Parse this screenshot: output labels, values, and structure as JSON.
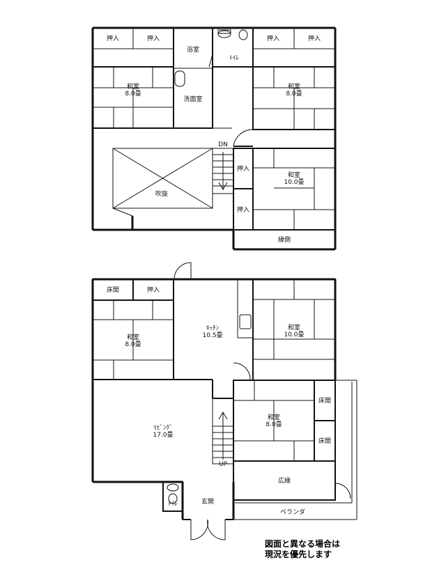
{
  "upper_floor": {
    "rooms": {
      "oshiire_1": "押入",
      "oshiire_2": "押入",
      "bath": "浴室",
      "toilet": "ﾄｲﾚ",
      "oshiire_3": "押入",
      "oshiire_4": "押入",
      "washitsu_left": "和室",
      "washitsu_left_size": "8.0畳",
      "senmen": "洗面室",
      "washitsu_right": "和室",
      "washitsu_right_size": "8.0畳",
      "fukinuke": "吹抜",
      "stair_dn": "DN",
      "oshiire_5": "押入",
      "oshiire_6": "押入",
      "washitsu_10": "和室",
      "washitsu_10_size": "10.0畳",
      "engawa": "縁側"
    }
  },
  "lower_floor": {
    "rooms": {
      "tokonoma_1": "床間",
      "oshiire_1": "押入",
      "kitchen": "ｷｯﾁﾝ",
      "kitchen_size": "10.5畳",
      "washitsu_left": "和室",
      "washitsu_left_size": "8.0畳",
      "washitsu_right": "和室",
      "washitsu_right_size": "10.0畳",
      "living": "ﾘﾋﾞﾝｸﾞ",
      "living_size": "17.0畳",
      "washitsu_mid": "和室",
      "washitsu_mid_size": "8.0畳",
      "tokonoma_2": "床間",
      "tokonoma_3": "床間",
      "stair_up": "UP",
      "hiroen": "広縁",
      "toilet": "ﾄｲﾚ",
      "genkan": "玄関",
      "veranda": "ベランダ"
    }
  },
  "note": {
    "line1": "図面と異なる場合は",
    "line2": "現況を優先します"
  }
}
